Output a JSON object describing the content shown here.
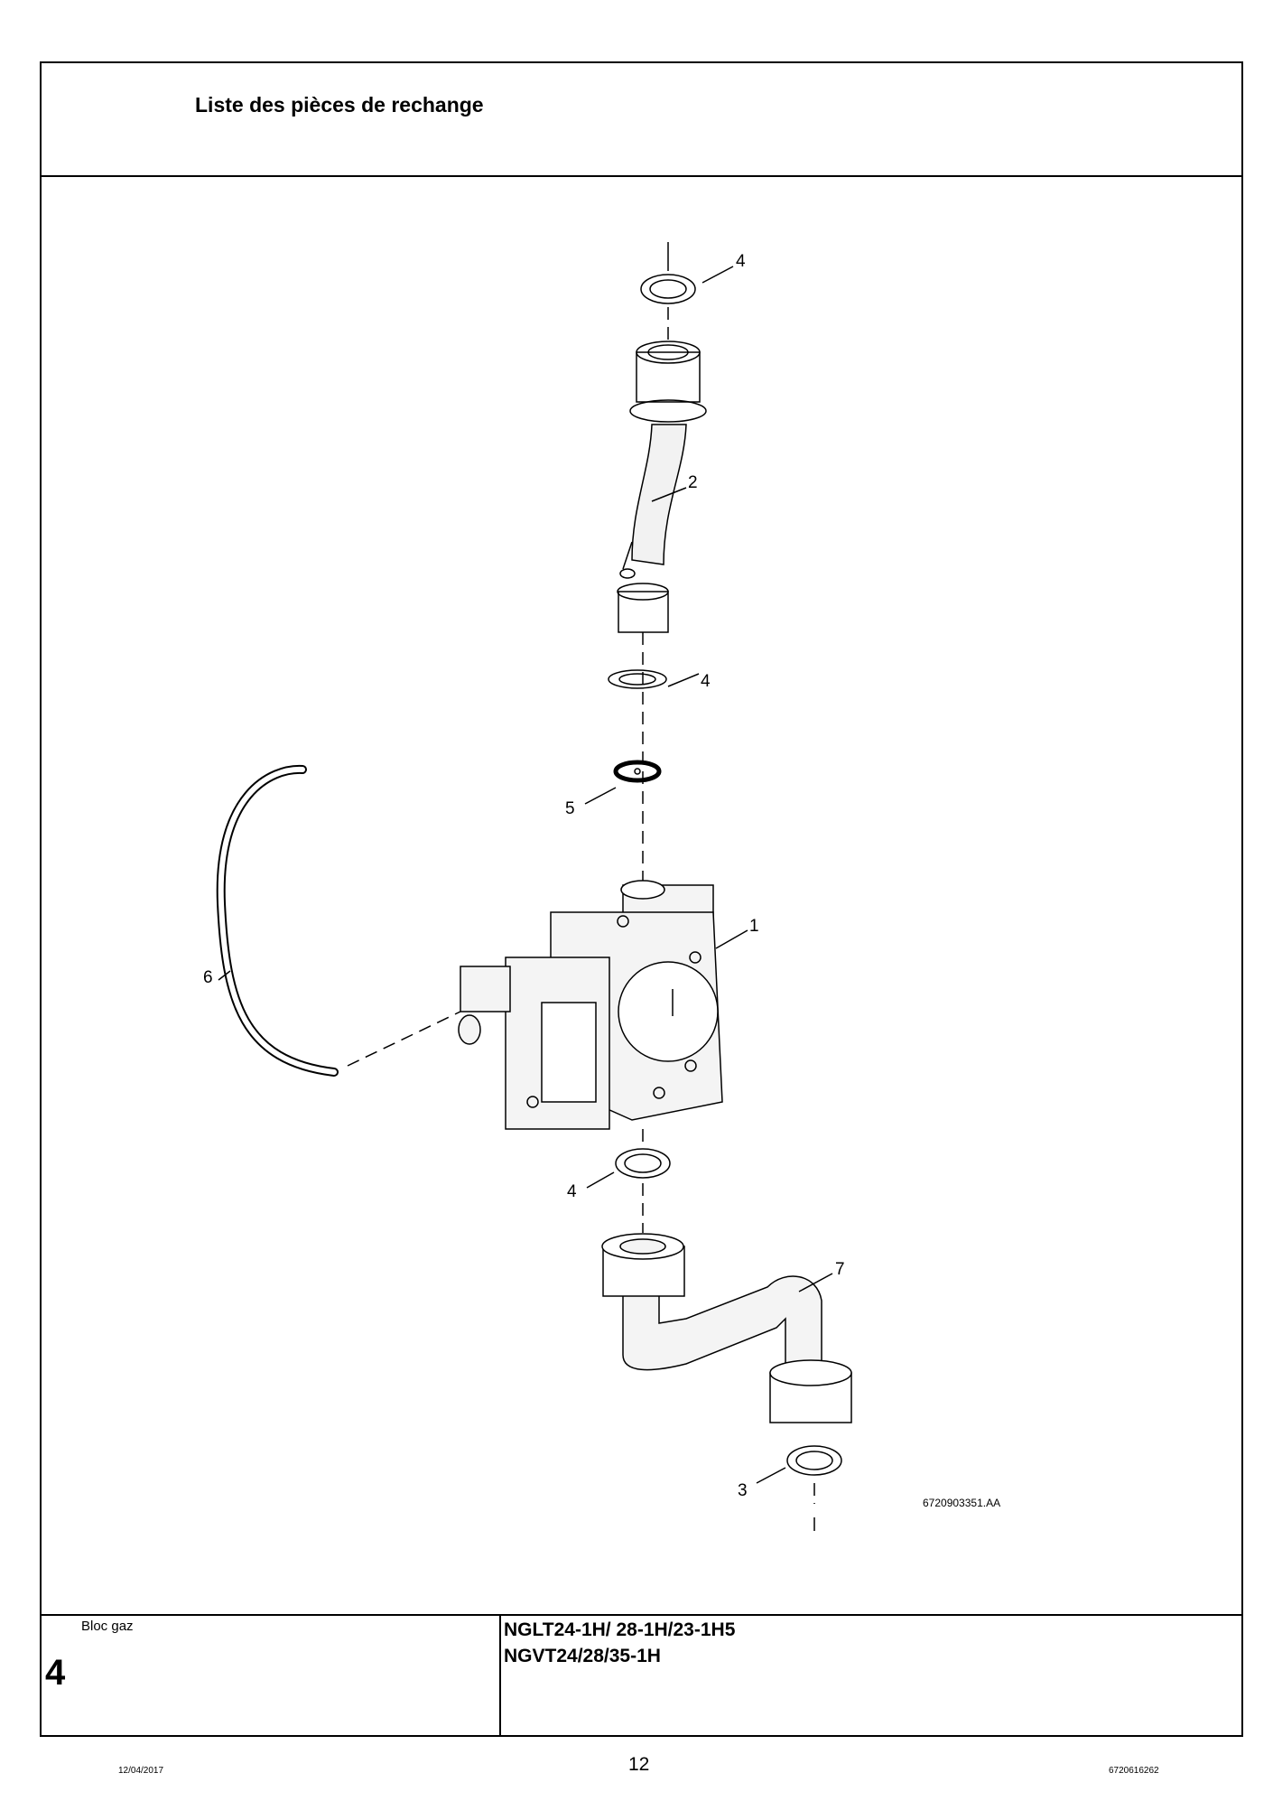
{
  "header": {
    "title": "Liste des pièces de rechange"
  },
  "diagram": {
    "callouts": [
      "4",
      "2",
      "4",
      "5",
      "1",
      "6",
      "4",
      "7",
      "3"
    ],
    "reference": "6720903351.AA"
  },
  "footer_box": {
    "section_name": "Bloc gaz",
    "section_number": "4",
    "models": [
      "NGLT24-1H/ 28-1H/23-1H5",
      "NGVT24/28/35-1H"
    ]
  },
  "page": {
    "date": "12/04/2017",
    "number": "12",
    "doc_number": "6720616262"
  }
}
